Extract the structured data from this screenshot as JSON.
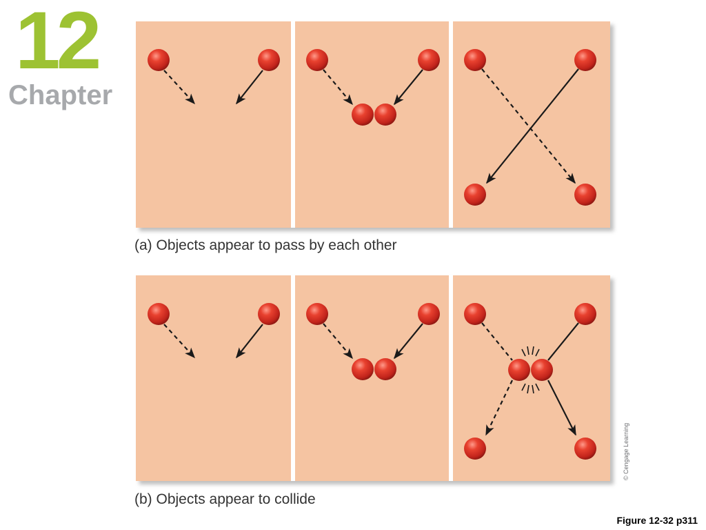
{
  "chapter": {
    "number": "12",
    "word": "Chapter"
  },
  "figure": {
    "caption_a": "(a) Objects appear to pass by each other",
    "caption_b": "(b) Objects appear to collide",
    "credit": "© Cengage Learning",
    "reference": "Figure 12-32 p311"
  },
  "colors": {
    "accent_green": "#9dc233",
    "chapter_gray": "#a7a9ac",
    "panel_fill": "#f5c4a2",
    "ball_red": "#e0332a",
    "arrow": "#1a1a1a"
  },
  "icons": [
    "ball-icon",
    "arrow-icon",
    "collision-burst-icon"
  ]
}
